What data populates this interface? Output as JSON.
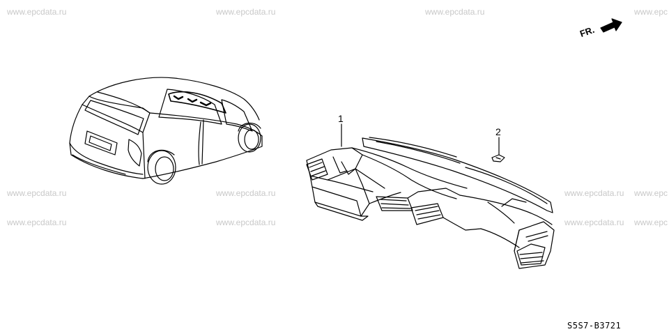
{
  "watermarks": [
    "www.epcdata.ru",
    "www.epcdata.ru",
    "www.epcdata.ru",
    "www.epc",
    "www.epcdata.ru",
    "www.epcdata.ru",
    "www.epcdata.ru",
    "www.epc",
    "www.epcdata.ru",
    "www.epcdata.ru",
    "www.epcdata.ru",
    "www.epc"
  ],
  "callouts": {
    "part1": "1",
    "part2": "2"
  },
  "direction_label": "FR.",
  "diagram_code": "S5S7-B3721"
}
